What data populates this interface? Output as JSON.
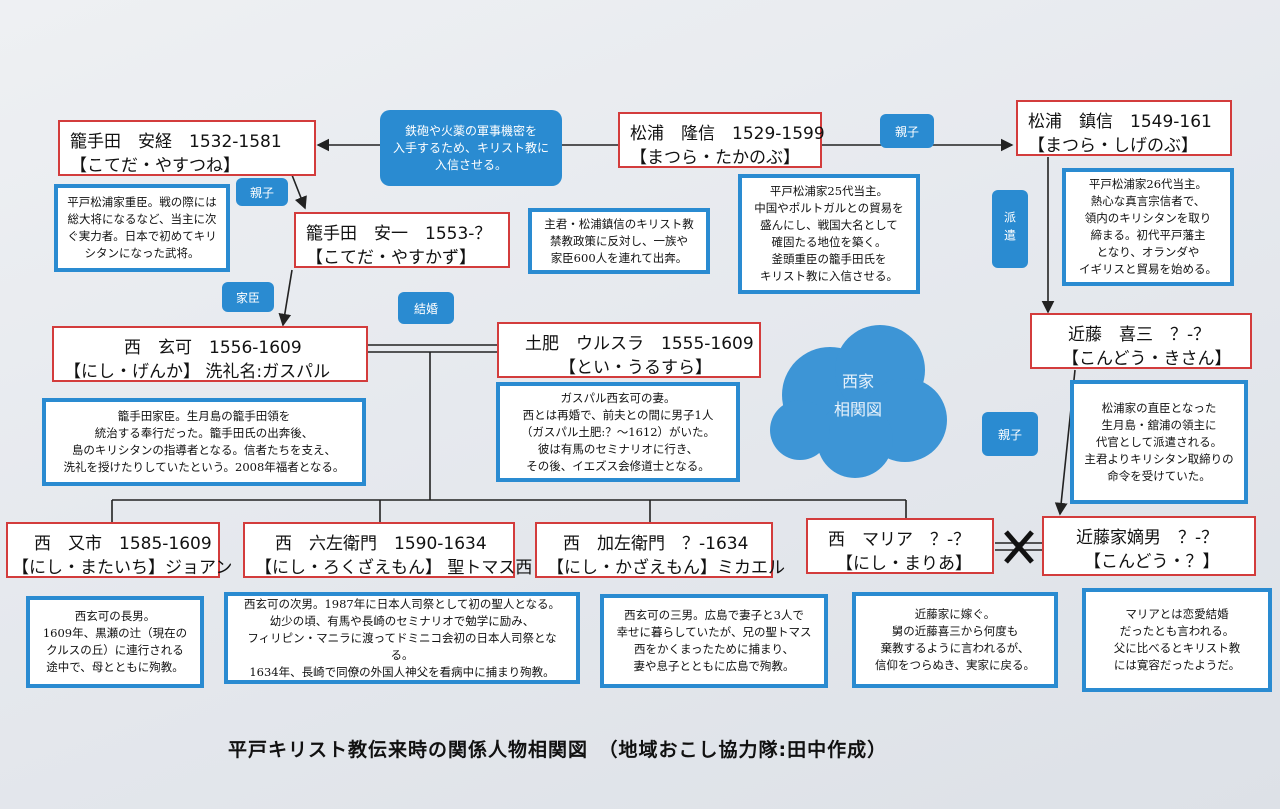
{
  "persons": {
    "matsura_takanobu": {
      "name": "松浦　隆信　1529-1599",
      "reading": "【まつら・たかのぶ】"
    },
    "matsura_shigenobu": {
      "name": "松浦　鎮信　1549-161",
      "reading": "【まつら・しげのぶ】"
    },
    "kotedai_yasutsune": {
      "name": "籠手田　安経　1532-1581",
      "reading": "【こてだ・やすつね】"
    },
    "kotedai_yasukazu": {
      "name": "籠手田　安一　1553-？",
      "reading": "【こてだ・やすかず】"
    },
    "nishi_genka": {
      "name": "西　玄可　1556-1609",
      "reading": "【にし・げんか】 洗礼名:ガスパル"
    },
    "doi_ursula": {
      "name": "土肥　ウルスラ　1555-1609",
      "reading": "【とい・うるすら】"
    },
    "kondo_kisan": {
      "name": "近藤　喜三　？-？",
      "reading": "【こんどう・きさん】"
    },
    "nishi_mataichi": {
      "name": "西　又市　1585-1609",
      "reading": "【にし・またいち】ジョアン"
    },
    "nishi_rokuzaemon": {
      "name": "西　六左衛門　1590-1634",
      "reading": "【にし・ろくざえもん】 聖トマス西"
    },
    "nishi_kazaemon": {
      "name": "西　加左衛門　？-1634",
      "reading": "【にし・かざえもん】ミカエル"
    },
    "nishi_maria": {
      "name": "西　マリア　？-？",
      "reading": "【にし・まりあ】"
    },
    "kondo_chakunan": {
      "name": "近藤家嫡男　？-？",
      "reading": "【こんどう・？】"
    }
  },
  "notes": {
    "takanobu_note": "平戸松浦家25代当主。\n中国やポルトガルとの貿易を\n盛んにし、戦国大名として\n確固たる地位を築く。\n釜頭重臣の籠手田氏を\nキリスト教に入信させる。",
    "shigenobu_note": "平戸松浦家26代当主。\n熱心な真言宗信者で、\n領内のキリシタンを取り\n締まる。初代平戸藩主\nとなり、オランダや\nイギリスと貿易を始める。",
    "yasutsune_note": "平戸松浦家重臣。戦の際には総大将になるなど、当主に次ぐ実力者。日本で初めてキリシタンになった武将。",
    "yasukazu_note": "主君・松浦鎮信のキリスト教\n禁教政策に反対し、一族や\n家臣600人を連れて出奔。",
    "genka_note": "籠手田家臣。生月島の籠手田領を\n統治する奉行だった。籠手田氏の出奔後、\n島のキリシタンの指導者となる。信者たちを支え、\n洗礼を授けたりしていたという。2008年福者となる。",
    "ursula_note": "ガスパル西玄可の妻。\n西とは再婚で、前夫との間に男子1人\n（ガスパル土肥:？〜1612）がいた。\n彼は有馬のセミナリオに行き、\nその後、イエズス会修道士となる。",
    "kisan_note": "松浦家の直臣となった\n生月島・舘浦の領主に\n代官として派遣される。\n主君よりキリシタン取締りの\n命令を受けていた。",
    "mataichi_note": "西玄可の長男。\n1609年、黒瀬の辻（現在の\nクルスの丘）に連行される\n途中で、母とともに殉教。",
    "rokuzaemon_note": "西玄可の次男。1987年に日本人司祭として初の聖人となる。\n幼少の頃、有馬や長崎のセミナリオで勉学に励み、\nフィリピン・マニラに渡ってドミニコ会初の日本人司祭となる。\n1634年、長崎で同僚の外国人神父を看病中に捕まり殉教。",
    "kazaemon_note": "西玄可の三男。広島で妻子と3人で\n幸せに暮らしていたが、兄の聖トマス\n西をかくまったために捕まり、\n妻や息子とともに広島で殉教。",
    "maria_note": "近藤家に嫁ぐ。\n舅の近藤喜三から何度も\n棄教するように言われるが、\n信仰をつらぬき、実家に戻る。",
    "chakunan_note": "マリアとは恋愛結婚\nだったとも言われる。\n父に比べるとキリスト教\nには寛容だったようだ。"
  },
  "labels": {
    "trade_note": "鉄砲や火薬の軍事機密を\n入手するため、キリスト教に\n入信させる。",
    "oyako1": "親子",
    "oyako2": "親子",
    "oyako3": "親子",
    "kashin": "家臣",
    "kekkon": "結婚",
    "haken": "派遣",
    "cloud": "西家\n相関図"
  },
  "title": "平戸キリスト教伝来時の関係人物相関図　（地域おこし協力隊:田中作成）"
}
